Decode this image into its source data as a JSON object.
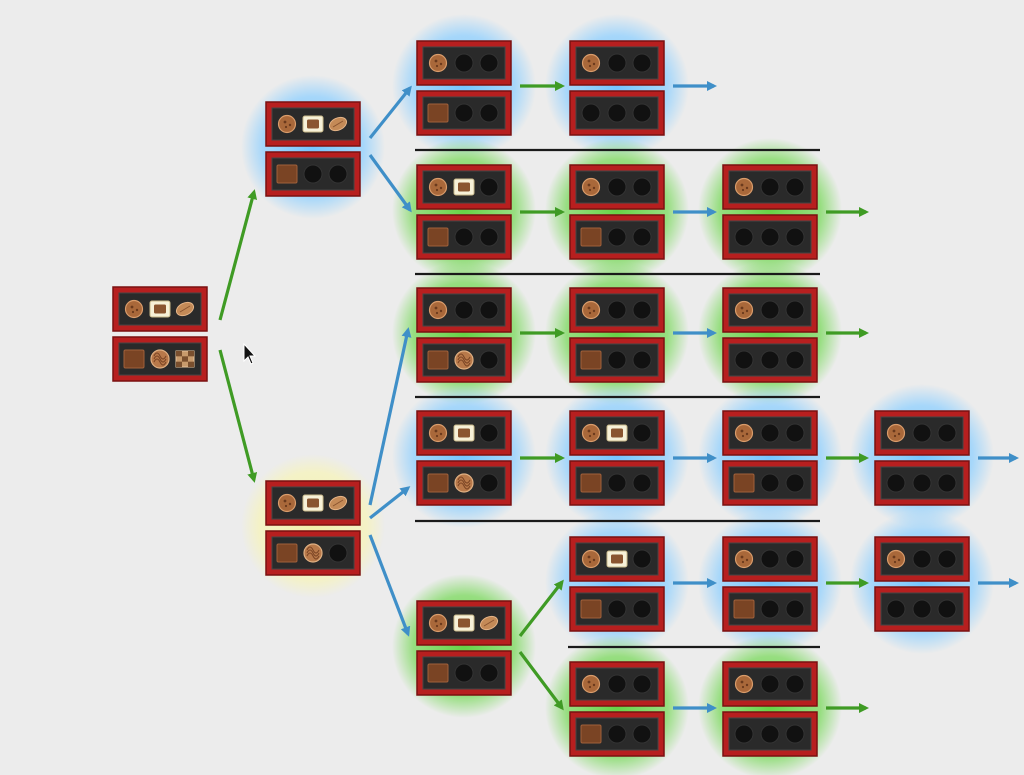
{
  "colors": {
    "background": "#ececec",
    "blue_glow": "#6fc3ff",
    "green_glow": "#5fd23d",
    "yellow_glow": "#f3f0a8",
    "tray_frame": "#b71f1f",
    "tray_inner": "#2a2a2a",
    "slot_empty": "#111111",
    "arrow_green": "#3f9b24",
    "arrow_blue": "#3f8fc8",
    "divider": "#1a1a1a"
  },
  "icons": {
    "cookie": "round-cookie-chocolate",
    "bonbon": "wrapped-square-chocolate",
    "almond": "oval-almond-chocolate",
    "square": "square-brown-chocolate",
    "swirl": "round-swirl-truffle",
    "checker": "checkered-square-chocolate",
    "cursor": "mouse-pointer-icon"
  },
  "tree": {
    "root": {
      "top": [
        "cookie",
        "bonbon",
        "almond"
      ],
      "bottom": [
        "square",
        "swirl",
        "checker"
      ],
      "glow": "none"
    },
    "level1": [
      {
        "top": [
          "cookie",
          "bonbon",
          "almond"
        ],
        "bottom": [
          "square",
          "empty",
          "empty"
        ],
        "glow": "blue"
      },
      {
        "top": [
          "cookie",
          "bonbon",
          "almond"
        ],
        "bottom": [
          "square",
          "swirl",
          "empty"
        ],
        "glow": "yellow"
      }
    ],
    "level2": [
      {
        "top": [
          "cookie",
          "empty",
          "empty"
        ],
        "bottom": [
          "square",
          "empty",
          "empty"
        ],
        "glow": "blue"
      },
      {
        "top": [
          "cookie",
          "bonbon",
          "empty"
        ],
        "bottom": [
          "square",
          "empty",
          "empty"
        ],
        "glow": "green"
      },
      {
        "top": [
          "cookie",
          "empty",
          "empty"
        ],
        "bottom": [
          "square",
          "swirl",
          "empty"
        ],
        "glow": "green"
      },
      {
        "top": [
          "cookie",
          "bonbon",
          "empty"
        ],
        "bottom": [
          "square",
          "swirl",
          "empty"
        ],
        "glow": "blue"
      },
      {
        "top": [
          "cookie",
          "bonbon",
          "almond"
        ],
        "bottom": [
          "square",
          "empty",
          "empty"
        ],
        "glow": "green"
      }
    ],
    "rows": [
      [
        {
          "top": [
            "cookie",
            "empty",
            "empty"
          ],
          "bottom": [
            "empty",
            "empty",
            "empty"
          ],
          "glow": "blue"
        }
      ],
      [
        {
          "top": [
            "cookie",
            "empty",
            "empty"
          ],
          "bottom": [
            "square",
            "empty",
            "empty"
          ],
          "glow": "green"
        },
        {
          "top": [
            "cookie",
            "empty",
            "empty"
          ],
          "bottom": [
            "empty",
            "empty",
            "empty"
          ],
          "glow": "green"
        }
      ],
      [
        {
          "top": [
            "cookie",
            "empty",
            "empty"
          ],
          "bottom": [
            "square",
            "empty",
            "empty"
          ],
          "glow": "green"
        },
        {
          "top": [
            "cookie",
            "empty",
            "empty"
          ],
          "bottom": [
            "empty",
            "empty",
            "empty"
          ],
          "glow": "green"
        }
      ],
      [
        {
          "top": [
            "cookie",
            "bonbon",
            "empty"
          ],
          "bottom": [
            "square",
            "empty",
            "empty"
          ],
          "glow": "blue"
        },
        {
          "top": [
            "cookie",
            "empty",
            "empty"
          ],
          "bottom": [
            "square",
            "empty",
            "empty"
          ],
          "glow": "blue"
        },
        {
          "top": [
            "cookie",
            "empty",
            "empty"
          ],
          "bottom": [
            "empty",
            "empty",
            "empty"
          ],
          "glow": "blue"
        }
      ],
      [
        {
          "top": [
            "cookie",
            "bonbon",
            "empty"
          ],
          "bottom": [
            "square",
            "empty",
            "empty"
          ],
          "glow": "blue"
        },
        {
          "top": [
            "cookie",
            "empty",
            "empty"
          ],
          "bottom": [
            "square",
            "empty",
            "empty"
          ],
          "glow": "blue"
        },
        {
          "top": [
            "cookie",
            "empty",
            "empty"
          ],
          "bottom": [
            "empty",
            "empty",
            "empty"
          ],
          "glow": "blue"
        }
      ],
      [
        {
          "top": [
            "cookie",
            "empty",
            "empty"
          ],
          "bottom": [
            "square",
            "empty",
            "empty"
          ],
          "glow": "green"
        },
        {
          "top": [
            "cookie",
            "empty",
            "empty"
          ],
          "bottom": [
            "empty",
            "empty",
            "empty"
          ],
          "glow": "green"
        }
      ]
    ]
  }
}
